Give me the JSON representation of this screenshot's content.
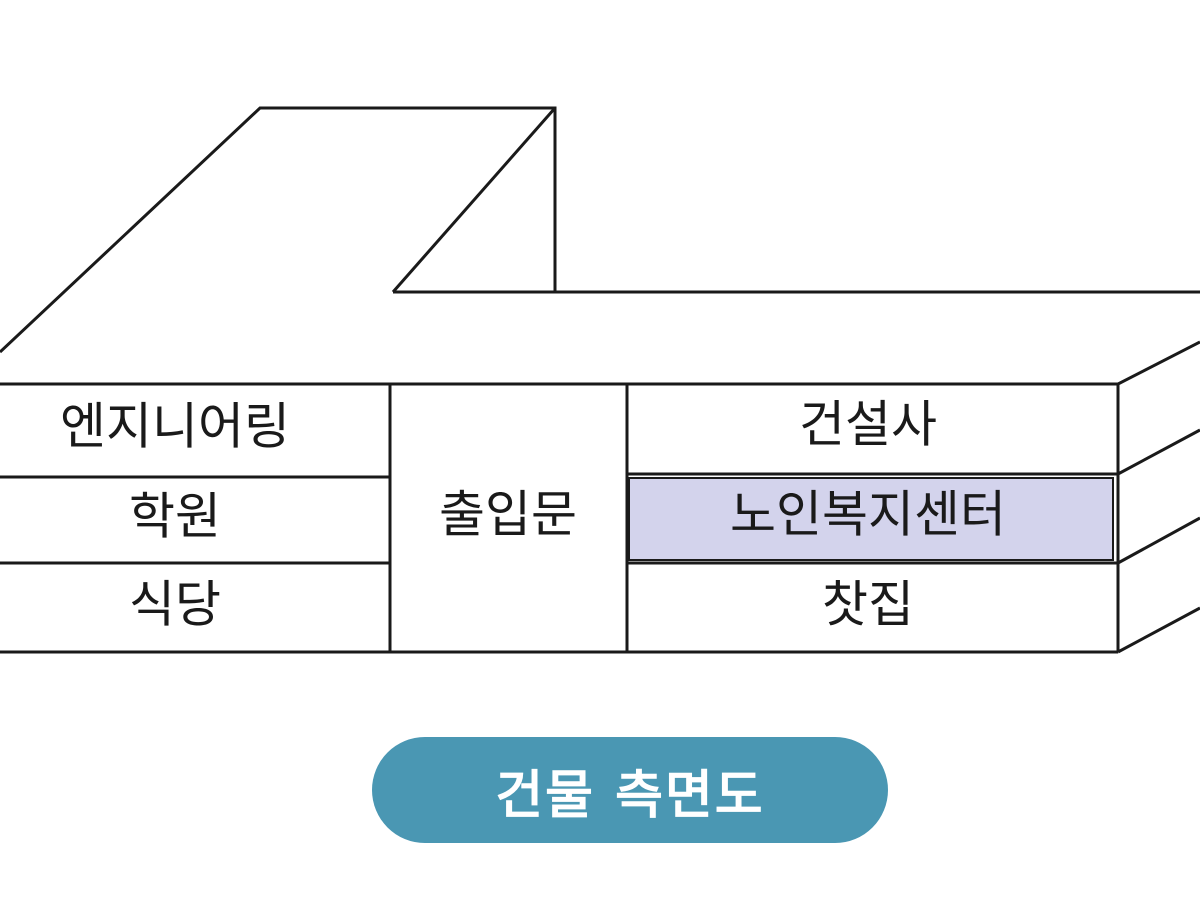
{
  "diagram": {
    "caption": "건물 측면도",
    "rooms": {
      "engineering": "엔지니어링",
      "academy": "학원",
      "restaurant": "식당",
      "entrance": "출입문",
      "construction": "건설사",
      "senior_center": "노인복지센터",
      "tea_house": "찻집"
    },
    "colors": {
      "line": "#1a1a1a",
      "highlight_fill": "#d3d3ec",
      "caption_fill": "#4a97b3",
      "caption_text": "#ffffff"
    }
  }
}
